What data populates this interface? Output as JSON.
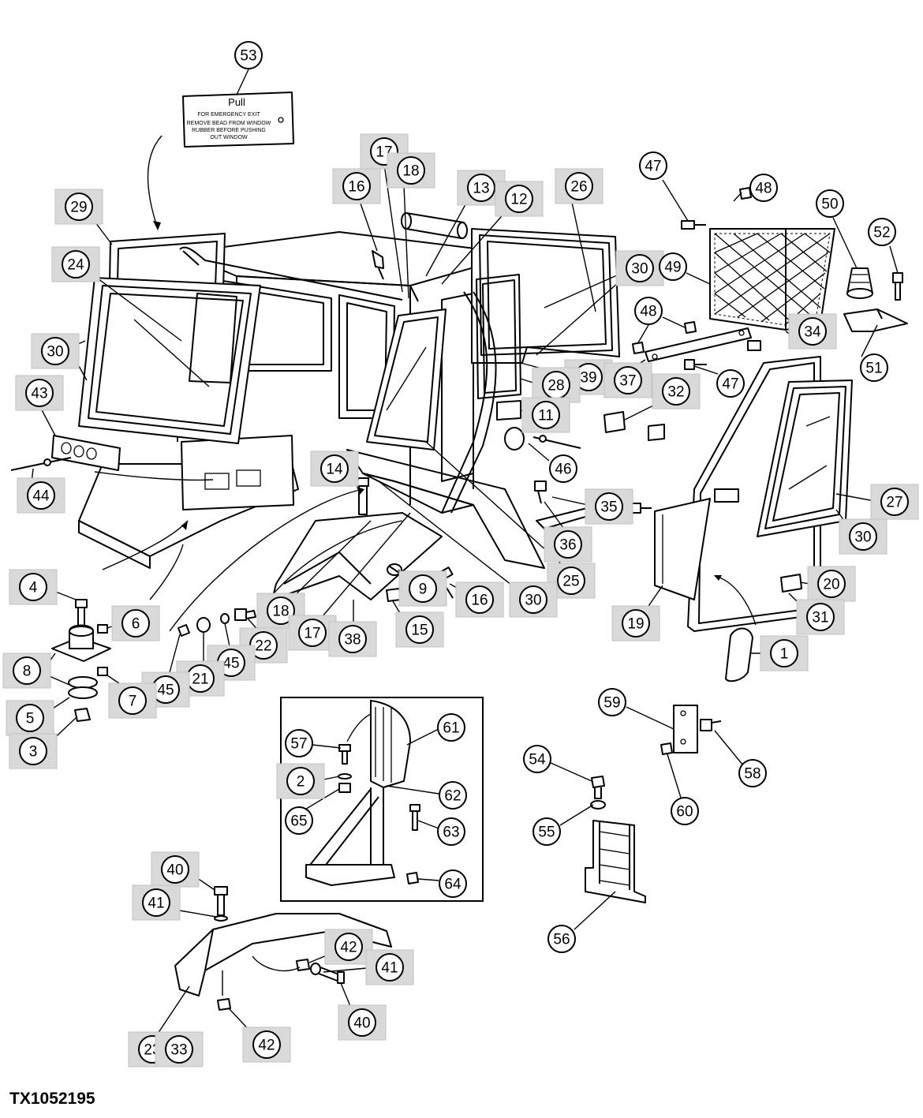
{
  "figure_id": "TX1052195",
  "decal": {
    "title": "Pull",
    "line1": "FOR EMERGENCY EXIT",
    "line2": "REMOVE BEAD FROM WINDOW",
    "line3": "RUBBER BEFORE PUSHING",
    "line4": "OUT WINDOW"
  },
  "callouts": [
    {
      "id": "c53",
      "label": "53",
      "highlight": false
    },
    {
      "id": "c29",
      "label": "29",
      "highlight": true
    },
    {
      "id": "c24",
      "label": "24",
      "highlight": true
    },
    {
      "id": "c30a",
      "label": "30",
      "highlight": true
    },
    {
      "id": "c43",
      "label": "43",
      "highlight": true
    },
    {
      "id": "c44",
      "label": "44",
      "highlight": true
    },
    {
      "id": "c17a",
      "label": "17",
      "highlight": true
    },
    {
      "id": "c18a",
      "label": "18",
      "highlight": true
    },
    {
      "id": "c16a",
      "label": "16",
      "highlight": true
    },
    {
      "id": "c13",
      "label": "13",
      "highlight": true
    },
    {
      "id": "c12",
      "label": "12",
      "highlight": true
    },
    {
      "id": "c26",
      "label": "26",
      "highlight": true
    },
    {
      "id": "c30b",
      "label": "30",
      "highlight": true
    },
    {
      "id": "c47a",
      "label": "47",
      "highlight": false
    },
    {
      "id": "c48a",
      "label": "48",
      "highlight": false
    },
    {
      "id": "c50",
      "label": "50",
      "highlight": false
    },
    {
      "id": "c52",
      "label": "52",
      "highlight": false
    },
    {
      "id": "c49",
      "label": "49",
      "highlight": false
    },
    {
      "id": "c48b",
      "label": "48",
      "highlight": false
    },
    {
      "id": "c34",
      "label": "34",
      "highlight": true
    },
    {
      "id": "c51",
      "label": "51",
      "highlight": false
    },
    {
      "id": "c39",
      "label": "39",
      "highlight": true
    },
    {
      "id": "c37",
      "label": "37",
      "highlight": true
    },
    {
      "id": "c47b",
      "label": "47",
      "highlight": false
    },
    {
      "id": "c28",
      "label": "28",
      "highlight": true
    },
    {
      "id": "c11",
      "label": "11",
      "highlight": true
    },
    {
      "id": "c32",
      "label": "32",
      "highlight": true
    },
    {
      "id": "c46",
      "label": "46",
      "highlight": false
    },
    {
      "id": "c14",
      "label": "14",
      "highlight": true
    },
    {
      "id": "c35",
      "label": "35",
      "highlight": true
    },
    {
      "id": "c27",
      "label": "27",
      "highlight": true
    },
    {
      "id": "c36",
      "label": "36",
      "highlight": true
    },
    {
      "id": "c30c",
      "label": "30",
      "highlight": true
    },
    {
      "id": "c25",
      "label": "25",
      "highlight": true
    },
    {
      "id": "c9",
      "label": "9",
      "highlight": true
    },
    {
      "id": "c16b",
      "label": "16",
      "highlight": true
    },
    {
      "id": "c30d",
      "label": "30",
      "highlight": true
    },
    {
      "id": "c20",
      "label": "20",
      "highlight": true
    },
    {
      "id": "c18b",
      "label": "18",
      "highlight": true
    },
    {
      "id": "c17b",
      "label": "17",
      "highlight": true
    },
    {
      "id": "c38",
      "label": "38",
      "highlight": true
    },
    {
      "id": "c15",
      "label": "15",
      "highlight": true
    },
    {
      "id": "c19",
      "label": "19",
      "highlight": true
    },
    {
      "id": "c31",
      "label": "31",
      "highlight": true
    },
    {
      "id": "c1",
      "label": "1",
      "highlight": true
    },
    {
      "id": "c4",
      "label": "4",
      "highlight": true
    },
    {
      "id": "c6",
      "label": "6",
      "highlight": true
    },
    {
      "id": "c22",
      "label": "22",
      "highlight": true
    },
    {
      "id": "c45a",
      "label": "45",
      "highlight": true
    },
    {
      "id": "c21",
      "label": "21",
      "highlight": true
    },
    {
      "id": "c45b",
      "label": "45",
      "highlight": true
    },
    {
      "id": "c8",
      "label": "8",
      "highlight": true
    },
    {
      "id": "c7",
      "label": "7",
      "highlight": true
    },
    {
      "id": "c5",
      "label": "5",
      "highlight": true
    },
    {
      "id": "c3",
      "label": "3",
      "highlight": true
    },
    {
      "id": "c61",
      "label": "61",
      "highlight": false
    },
    {
      "id": "c57",
      "label": "57",
      "highlight": false
    },
    {
      "id": "c2",
      "label": "2",
      "highlight": true
    },
    {
      "id": "c62",
      "label": "62",
      "highlight": false
    },
    {
      "id": "c65",
      "label": "65",
      "highlight": false
    },
    {
      "id": "c63",
      "label": "63",
      "highlight": false
    },
    {
      "id": "c64",
      "label": "64",
      "highlight": false
    },
    {
      "id": "c59",
      "label": "59",
      "highlight": false
    },
    {
      "id": "c58",
      "label": "58",
      "highlight": false
    },
    {
      "id": "c54",
      "label": "54",
      "highlight": false
    },
    {
      "id": "c60",
      "label": "60",
      "highlight": false
    },
    {
      "id": "c55",
      "label": "55",
      "highlight": false
    },
    {
      "id": "c56",
      "label": "56",
      "highlight": false
    },
    {
      "id": "c40a",
      "label": "40",
      "highlight": true
    },
    {
      "id": "c41a",
      "label": "41",
      "highlight": true
    },
    {
      "id": "c42a",
      "label": "42",
      "highlight": true
    },
    {
      "id": "c41b",
      "label": "41",
      "highlight": true
    },
    {
      "id": "c40b",
      "label": "40",
      "highlight": true
    },
    {
      "id": "c42b",
      "label": "42",
      "highlight": true
    },
    {
      "id": "c23",
      "label": "23",
      "highlight": true
    },
    {
      "id": "c33",
      "label": "33",
      "highlight": true
    }
  ]
}
